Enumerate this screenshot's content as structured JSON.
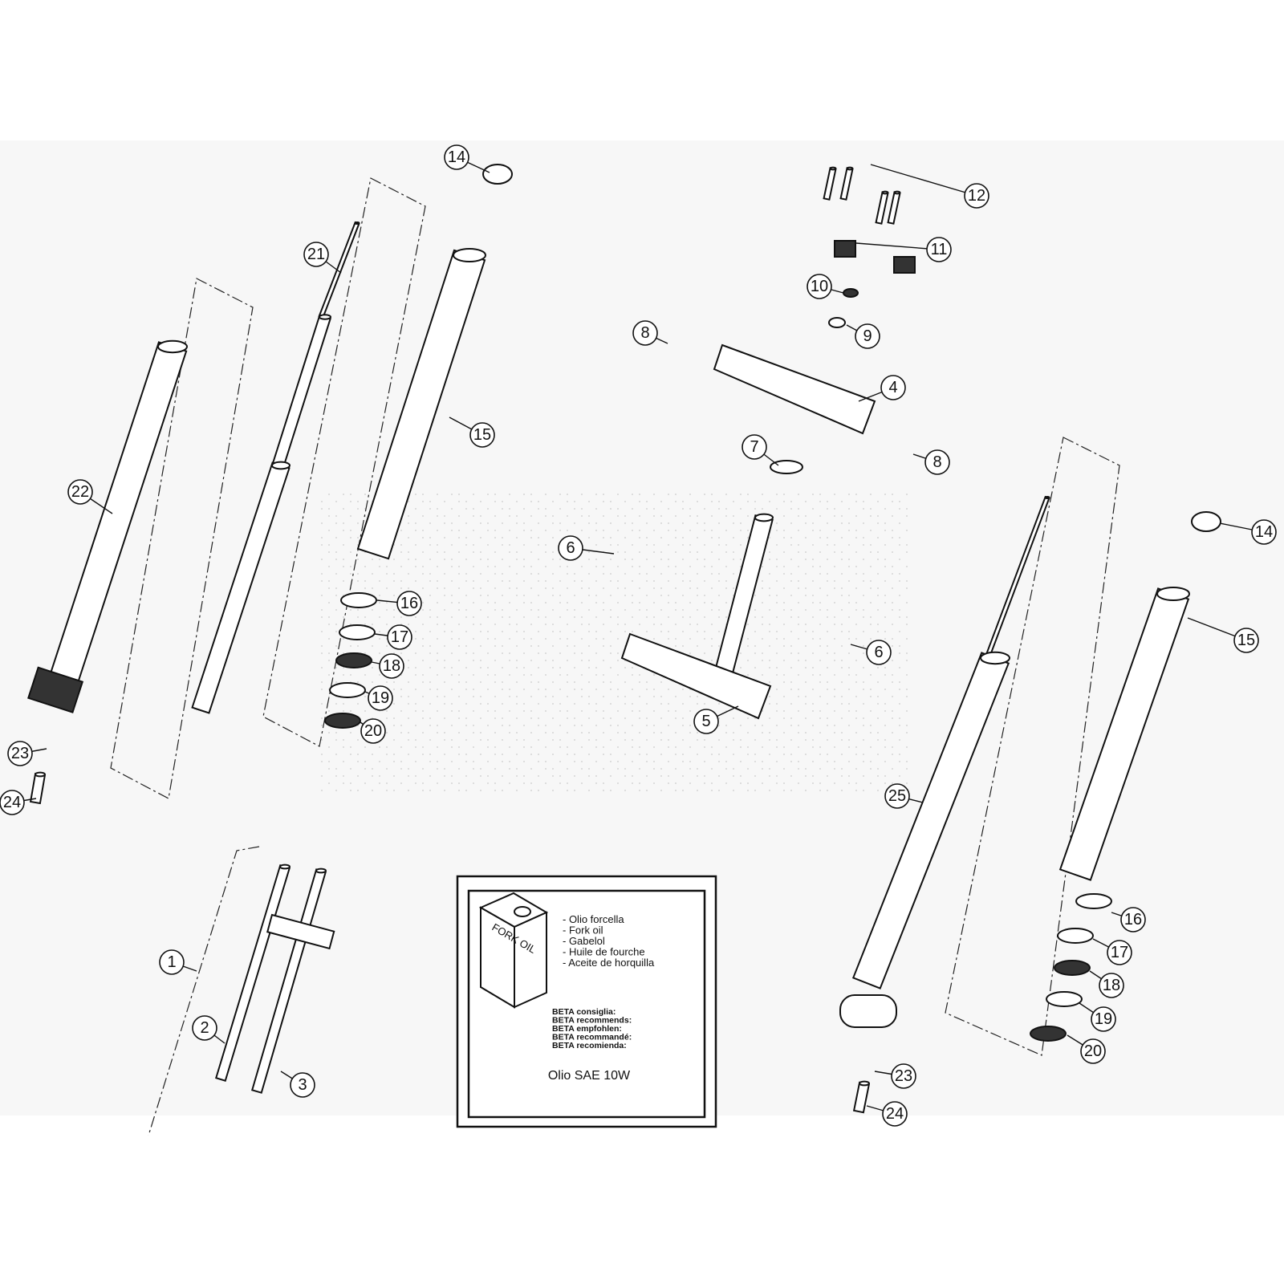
{
  "diagram": {
    "title": "Front fork exploded parts diagram",
    "callouts": [
      "14",
      "21",
      "22",
      "15",
      "16",
      "17",
      "18",
      "19",
      "20",
      "23",
      "24",
      "12",
      "11",
      "10",
      "9",
      "8",
      "4",
      "7",
      "8",
      "6",
      "6",
      "5",
      "14",
      "15",
      "25",
      "16",
      "17",
      "18",
      "19",
      "20",
      "23",
      "24",
      "1",
      "2",
      "3"
    ]
  },
  "oil_box": {
    "can_label": "FORK OIL",
    "lines": [
      "- Olio forcella",
      "- Fork oil",
      "- Gabelol",
      "- Huile de fourche",
      "- Aceite de horquilla"
    ],
    "recommend": [
      "BETA consiglia:",
      "BETA recommends:",
      "BETA empfohlen:",
      "BETA recommandé:",
      "BETA recomienda:"
    ],
    "oil_spec": "Olio SAE 10W"
  }
}
